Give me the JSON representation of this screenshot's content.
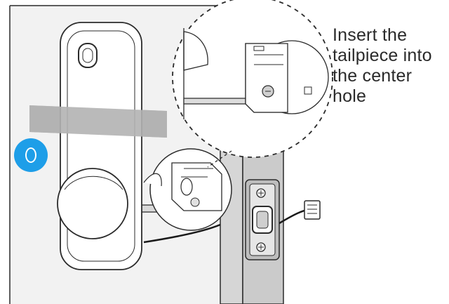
{
  "instruction": {
    "lines": [
      "Insert the",
      "tailpiece into",
      "the center",
      "hole"
    ]
  },
  "step_badge": {
    "color": "#1e9ee8"
  },
  "colors": {
    "line": "#2b2b2b",
    "wall": "#cfcfcf",
    "wall_light": "#f0f0f0",
    "tape": "#b8b8b8",
    "lock_body": "#ffffff",
    "latch_plate": "#bdbdbd"
  },
  "icons": [
    "step-badge-icon",
    "screw-icon",
    "wire-connector-icon",
    "magnifier-callout-icon"
  ]
}
